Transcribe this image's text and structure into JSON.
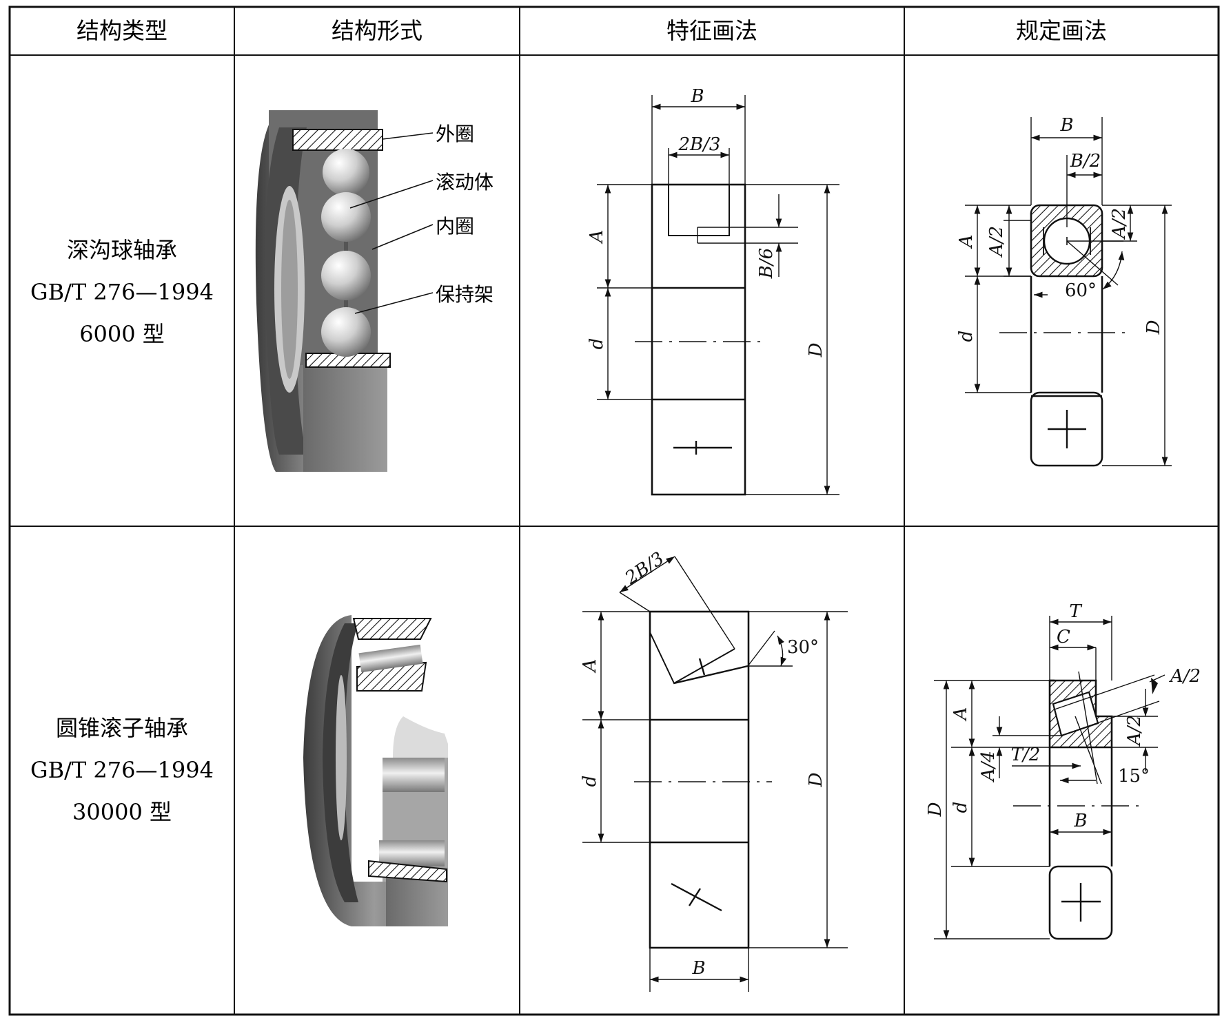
{
  "headers": [
    "结构类型",
    "结构形式",
    "特征画法",
    "规定画法"
  ],
  "rows": [
    {
      "type_lines": [
        "深沟球轴承",
        "GB/T 276—1994",
        "6000 型"
      ],
      "callouts": [
        "外圈",
        "滚动体",
        "内圈",
        "保持架"
      ],
      "feature_dims": {
        "B": "B",
        "two_b3": "2B/3",
        "b6": "B/6",
        "A": "A",
        "d": "d",
        "D": "D"
      },
      "rule_dims": {
        "B": "B",
        "b2": "B/2",
        "A": "A",
        "a2": "A/2",
        "a2r": "A/2",
        "deg": "60°",
        "d": "d",
        "D": "D"
      }
    },
    {
      "type_lines": [
        "圆锥滚子轴承",
        "GB/T 276—1994",
        "30000 型"
      ],
      "feature_dims": {
        "two_b3": "2B/3",
        "deg": "30°",
        "A": "A",
        "d": "d",
        "D": "D",
        "B": "B"
      },
      "rule_dims": {
        "T": "T",
        "C": "C",
        "a2": "A/2",
        "A": "A",
        "a2r": "A/2",
        "a4": "A/4",
        "t2": "T/2",
        "deg": "15°",
        "D": "D",
        "d": "d",
        "B": "B"
      }
    }
  ]
}
